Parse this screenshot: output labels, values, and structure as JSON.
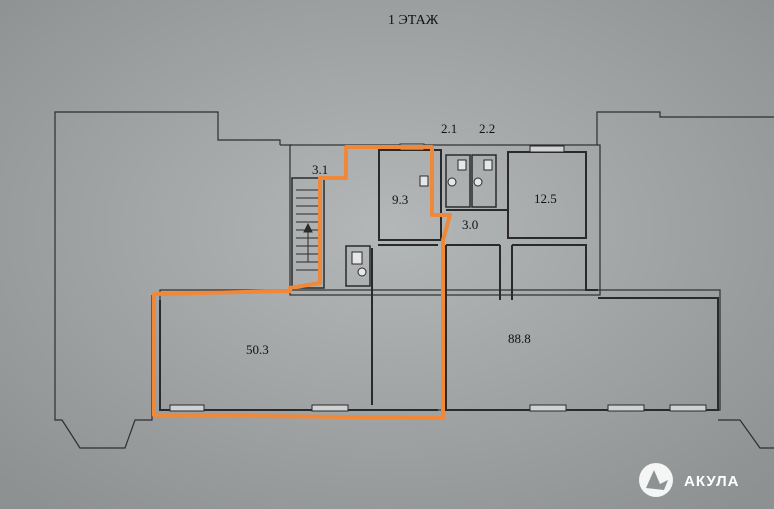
{
  "floor_title": "1 ЭТАЖ",
  "rooms": {
    "r31": "3.1",
    "r93": "9.3",
    "r21": "2.1",
    "r22": "2.2",
    "r30": "3.0",
    "r125": "12.5",
    "r503": "50.3",
    "r888": "88.8"
  },
  "logo": {
    "text": "АКУЛА"
  },
  "colors": {
    "highlight": "#f0883a",
    "wall": "#2a2a2a",
    "paper": "#a9acad"
  }
}
